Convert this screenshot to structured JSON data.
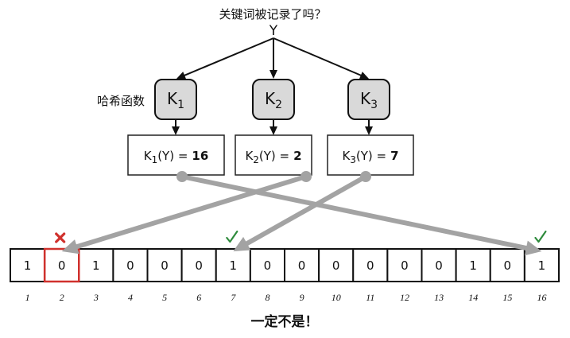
{
  "question": "关键词被记录了吗？",
  "input_key": "Y",
  "hash_label": "哈希函数",
  "hash_functions": [
    {
      "symbol": "K",
      "index": "1",
      "expression": "(Y) =",
      "value": "16"
    },
    {
      "symbol": "K",
      "index": "2",
      "expression": "(Y) =",
      "value": "2"
    },
    {
      "symbol": "K",
      "index": "3",
      "expression": "(Y) =",
      "value": "7"
    }
  ],
  "bit_array": {
    "bits": [
      "1",
      "0",
      "1",
      "0",
      "0",
      "0",
      "1",
      "0",
      "0",
      "0",
      "0",
      "0",
      "0",
      "1",
      "0",
      "1"
    ],
    "indices": [
      "1",
      "2",
      "3",
      "4",
      "5",
      "6",
      "7",
      "8",
      "9",
      "10",
      "11",
      "12",
      "13",
      "14",
      "15",
      "16"
    ],
    "marks": [
      {
        "cell": 2,
        "icon": "cross-icon",
        "color": "#d0312d",
        "highlight": true
      },
      {
        "cell": 7,
        "icon": "check-icon",
        "color": "#2e8b3c",
        "highlight": false
      },
      {
        "cell": 16,
        "icon": "check-icon",
        "color": "#2e8b3c",
        "highlight": false
      }
    ]
  },
  "verdict": "一定不是！",
  "colors": {
    "hash_box_fill": "#d9d9d9",
    "pointer": "#a3a3a3",
    "outline": "#111111"
  }
}
